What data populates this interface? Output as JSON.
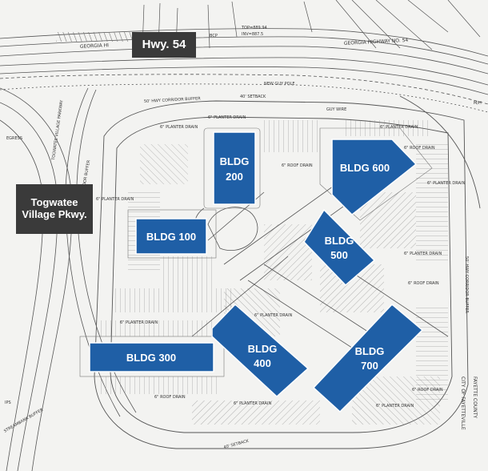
{
  "road_labels": {
    "highway": "Hwy. 54",
    "parkway_line1": "Togwatee",
    "parkway_line2": "Village Pkwy."
  },
  "buildings": [
    {
      "id": "bldg-200",
      "line1": "BLDG",
      "line2": "200"
    },
    {
      "id": "bldg-600",
      "line1": "BLDG 600",
      "line2": ""
    },
    {
      "id": "bldg-100",
      "line1": "BLDG 100",
      "line2": ""
    },
    {
      "id": "bldg-500",
      "line1": "BLDG",
      "line2": "500"
    },
    {
      "id": "bldg-300",
      "line1": "BLDG 300",
      "line2": ""
    },
    {
      "id": "bldg-400",
      "line1": "BLDG",
      "line2": "400"
    },
    {
      "id": "bldg-700",
      "line1": "BLDG",
      "line2": "700"
    }
  ],
  "plan_text": {
    "georgia_highway": "GEORGIA HIGHWAY NO. 54",
    "georgia_highway_left": "GEORGIA HI",
    "top_elev": "TOP=889.94",
    "inv_elev": "INV=887.5",
    "bcp": "BCP",
    "new_guy_pole": "NEW GUY POLE",
    "guy_wire": "GUY WIRE",
    "buffer_top": "50' HWY CORRIDOR BUFFER",
    "buffer_left": "50' HWY CORRIDOR BUFFER",
    "parkway_road": "TOGWATEE VILLAGE PARKWAY",
    "egress": "EGRESS",
    "planter_drain": "6\" PLANTER DRAIN",
    "roof_drain": "6\" ROOF DRAIN",
    "buffer_right": "50' HWY CORRIDOR BUFFER",
    "fayette_county": "FAYETTE COUNTY",
    "city_of_fayetteville": "CITY OF FAYETTEVILLE",
    "streambank": "STREAMBANK BUFFER",
    "setback_bottom": "40' SETBACK",
    "setback_top": "40' SETBACK",
    "ips": "IPS",
    "mh": "M/H"
  },
  "colors": {
    "building_fill": "#1f5fa6",
    "label_box": "#3a3a3a",
    "linework": "#555555",
    "background": "#f3f3f1"
  }
}
